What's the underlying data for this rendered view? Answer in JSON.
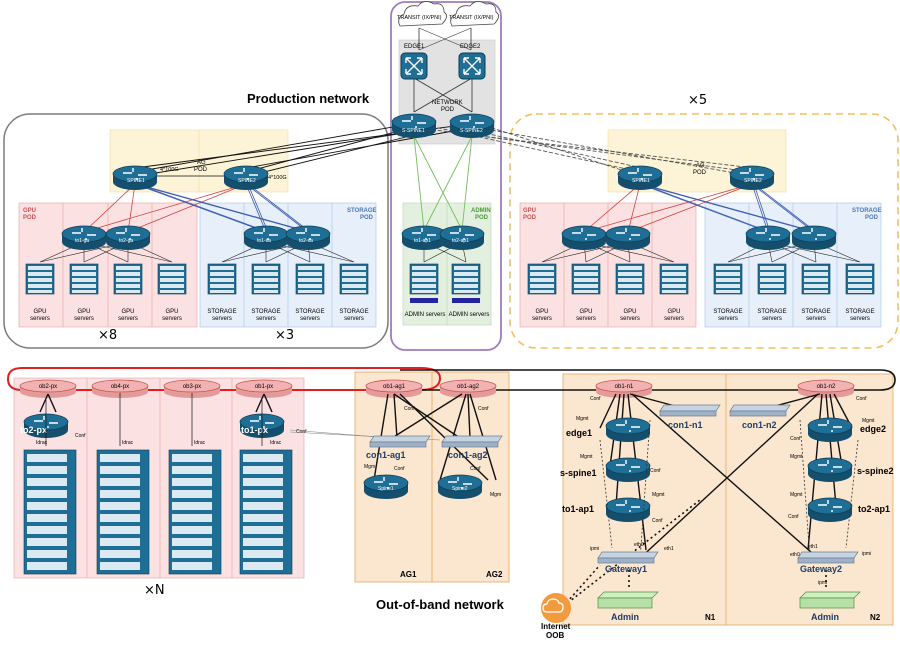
{
  "titles": {
    "production": "Production network",
    "oob": "Out-of-band network"
  },
  "multipliers": {
    "x5": "×5",
    "x8": "×8",
    "x3": "×3",
    "xN": "×N"
  },
  "transit": [
    "TRANSIT (IX/PNI)",
    "TRANSIT (IX/PNI)"
  ],
  "network_pod": {
    "label_line1": "NETWORK",
    "label_line2": "POD",
    "edges": [
      "EDGE1",
      "EDGE2"
    ],
    "super_spines": [
      "S-SPINE1",
      "S-SPINE2"
    ]
  },
  "ag_pod": {
    "label_line1": "AG",
    "label_line2": "POD",
    "spines": [
      "SPINE1",
      "SPINE2"
    ],
    "links": [
      "4*100G",
      "4*100G"
    ]
  },
  "gpu_pod": {
    "label_line1": "GPU",
    "label_line2": "POD",
    "leaves": [
      "to1-ga",
      "to2-ga"
    ],
    "server_label": "GPU",
    "server_label2": "servers"
  },
  "storage_pod": {
    "label_line1": "STORAGE",
    "label_line2": "POD",
    "leaves": [
      "to1-sa",
      "to2-sa"
    ],
    "server_label": "STORAGE",
    "server_label2": "servers"
  },
  "admin_pod": {
    "label_line1": "ADMIN",
    "label_line2": "POD",
    "leaves": [
      "to1-ap1",
      "to2-ap1"
    ],
    "servers": [
      "ADMIN servers",
      "ADMIN servers"
    ]
  },
  "oob": {
    "px_switches": [
      "ob2-px",
      "ob4-px",
      "ob3-px",
      "ob1-px"
    ],
    "px_routers": [
      "to2-px",
      "to1-px"
    ],
    "px_port_labels": {
      "idrac": "Idrac",
      "conf": "Conf"
    },
    "ag_switches": [
      "ob1-ag1",
      "ob1-ag2"
    ],
    "ag_consoles": [
      "con1-ag1",
      "con1-ag2"
    ],
    "ag_routers": [
      "Spine1",
      "Spine2"
    ],
    "ag_ports": {
      "conf": "Conf",
      "mgm": "Mgm"
    },
    "ag_groups": [
      "AG1",
      "AG2"
    ],
    "n_switches": [
      "ob1-n1",
      "ob1-n2"
    ],
    "n_consoles": [
      "con1-n1",
      "con1-n2"
    ],
    "n1_devices": [
      "edge1",
      "s-spine1",
      "to1-ap1"
    ],
    "n2_devices": [
      "edge2",
      "s-spine2",
      "to2-ap1"
    ],
    "gateways": [
      "Gateway1",
      "Gateway2"
    ],
    "admins": [
      "Admin",
      "Admin"
    ],
    "n_groups": [
      "N1",
      "N2"
    ],
    "port_labels": {
      "mgmt": "Mgmt",
      "conf": "Conf",
      "ipmi": "ipmi",
      "eth0": "eth0",
      "eth1": "eth1"
    },
    "internet_line1": "Internet",
    "internet_line2": "OOB"
  },
  "colors": {
    "router": "#1f6e96",
    "router_dark": "#154f6e",
    "switch_pink": "#f3b2b2",
    "switch_outline": "#c75252",
    "gpu_fill": "#fbe1e1",
    "gpu_stroke": "#e7a3a3",
    "storage_fill": "#e6effa",
    "storage_stroke": "#a6c1e4",
    "agpod_fill": "#fdf3d6",
    "admin_fill": "#e4f0df",
    "oob_fill": "#fbe6cf",
    "oob_stroke": "#e4a760",
    "pod_outline_grey": "#7c7c7c",
    "network_pod_outline": "#a07bbd",
    "replica_outline": "#f0c060",
    "red_link": "#e02020",
    "blue_link": "#3a5bb0",
    "green_link": "#72bf5a",
    "admin_green": "#b6e0a7",
    "cloud_orange": "#f19a3e"
  }
}
